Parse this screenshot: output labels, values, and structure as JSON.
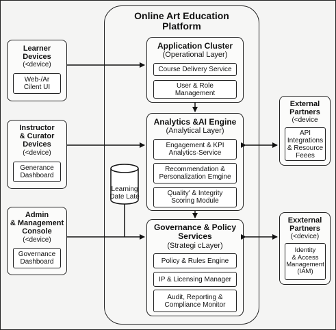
{
  "platform": {
    "title_line1": "Online Art Education",
    "title_line2": "Platform"
  },
  "layers": [
    {
      "title": "Application Cluster",
      "subtitle": "(Operational Layer)",
      "items": [
        "Course Delivery Service",
        "User & Role Management"
      ]
    },
    {
      "title": "Analytics &AI Engine",
      "subtitle": "(Analytical Layer)",
      "items": [
        "Engagement & KPI Analytics·Service",
        "Recommendation & Personalization Emgine",
        "Quality' & Integrity Scoring Module"
      ]
    },
    {
      "title_line1": "Governance & Policy",
      "title_line2": "Services",
      "subtitle": "(Strategi cLayer)",
      "items": [
        "Policy & Rules Engine",
        "IP & Licensing Manager",
        "Audit, Reporting & Compliance Monitor"
      ]
    }
  ],
  "datalake": {
    "label_line1": "Learning",
    "label_line2": "Date Late"
  },
  "left": [
    {
      "title_line1": "Learner",
      "title_line2": "Devices",
      "subtitle": "(<device)",
      "inner_line1": "Web-/Ar",
      "inner_line2": "Cilent UI"
    },
    {
      "title_line1": "Instructor",
      "title_line2": "& Curator",
      "title_line3": "Devices",
      "subtitle": "(<device)",
      "inner_line1": "Generance",
      "inner_line2": "Dashboard"
    },
    {
      "title_line1": "Admin",
      "title_line2": "& Management",
      "title_line3": "Console",
      "subtitle": "(<device)",
      "inner_line1": "Governance",
      "inner_line2": "Dashboard"
    }
  ],
  "right": [
    {
      "title_line1": "External",
      "title_line2": "Partners",
      "subtitle": "(<device",
      "inner_line1": "API",
      "inner_line2": "Integrations",
      "inner_line3": "& Resource",
      "inner_line4": "Feees"
    },
    {
      "title_line1": "Exxternal",
      "title_line2": "Partners",
      "subtitle": "(<device)",
      "inner_line1": "Identity",
      "inner_line2": "& Access",
      "inner_line3": "Management",
      "inner_line4": "(IAM)"
    }
  ]
}
